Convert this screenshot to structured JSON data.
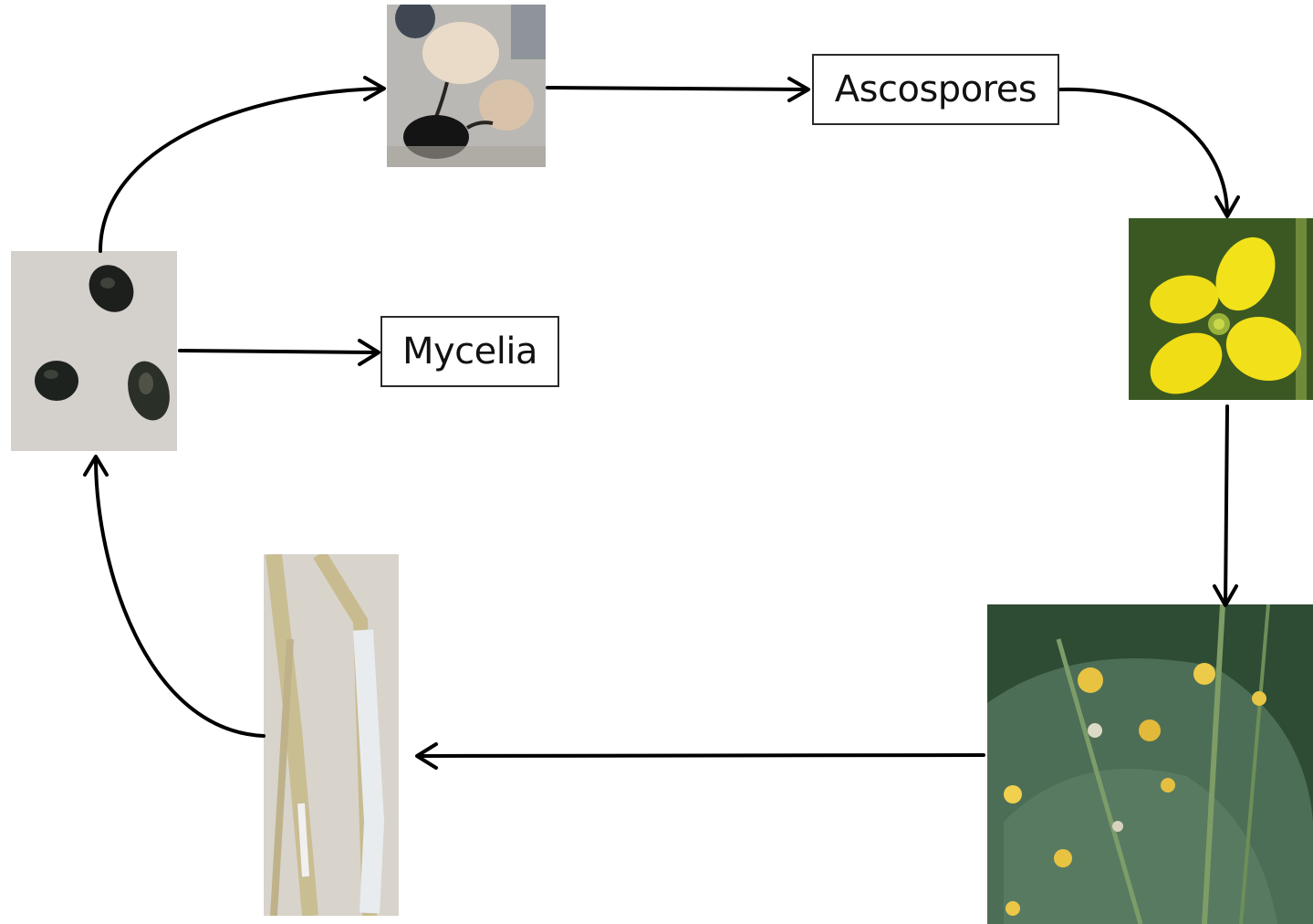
{
  "nodes": {
    "sclerotia": {
      "icon": "sclerotia-photo",
      "colors": {
        "bg": "#cfcbc5",
        "body": "#1c1f1c"
      }
    },
    "apothecia": {
      "icon": "apothecia-photo",
      "colors": {
        "bg": "#b9b8b4",
        "cap": "#eadbc8"
      }
    },
    "flower": {
      "icon": "yellow-flower-photo",
      "colors": {
        "bg": "#2f4a1c",
        "petal": "#f2e21a"
      }
    },
    "infected_leaves": {
      "icon": "infected-leaves-photo",
      "colors": {
        "bg": "#2e4b34",
        "leaf": "#4d6e56",
        "petal": "#e8c342"
      }
    },
    "infected_stems": {
      "icon": "infected-stems-photo",
      "colors": {
        "bg": "#d8d4cc",
        "stem": "#c9bd92",
        "lesion": "#e9ecee"
      }
    }
  },
  "labels": {
    "ascospores": "Ascospores",
    "mycelia": "Mycelia"
  },
  "arrow_color": "#000000"
}
